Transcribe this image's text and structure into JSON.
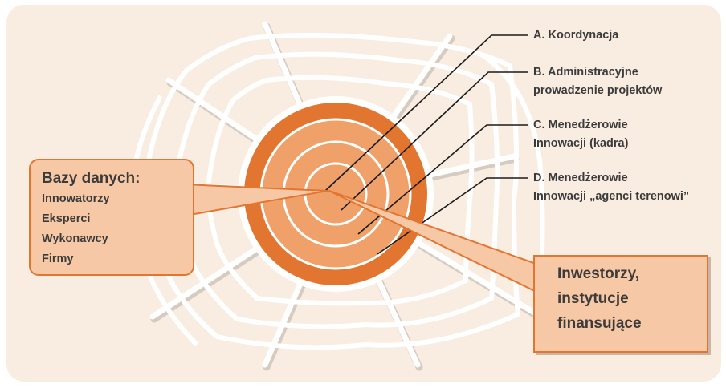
{
  "diagram": {
    "levels": [
      {
        "lines": [
          "A. Koordynacja"
        ]
      },
      {
        "lines": [
          "B. Administracyjne",
          "prowadzenie projektów"
        ]
      },
      {
        "lines": [
          "C. Menedżerowie",
          "Innowacji (kadra)"
        ]
      },
      {
        "lines": [
          "D. Menedżerowie",
          "Innowacji „agenci terenowi”"
        ]
      }
    ],
    "databases": {
      "title": "Bazy danych:",
      "items": [
        "Innowatorzy",
        "Eksperci",
        "Wykonawcy",
        "Firmy"
      ]
    },
    "investors": {
      "lines": [
        "Inwestorzy,",
        "instytucje",
        "finansujące"
      ]
    }
  },
  "colors": {
    "background": "#f9ece1",
    "target_outer": "#e27630",
    "target_inner": "#f0a16a",
    "web": "#ffffff",
    "web_shadow": "#b9b0a8",
    "callout_fill": "#f7c8a5",
    "text": "#3b3b3b"
  }
}
